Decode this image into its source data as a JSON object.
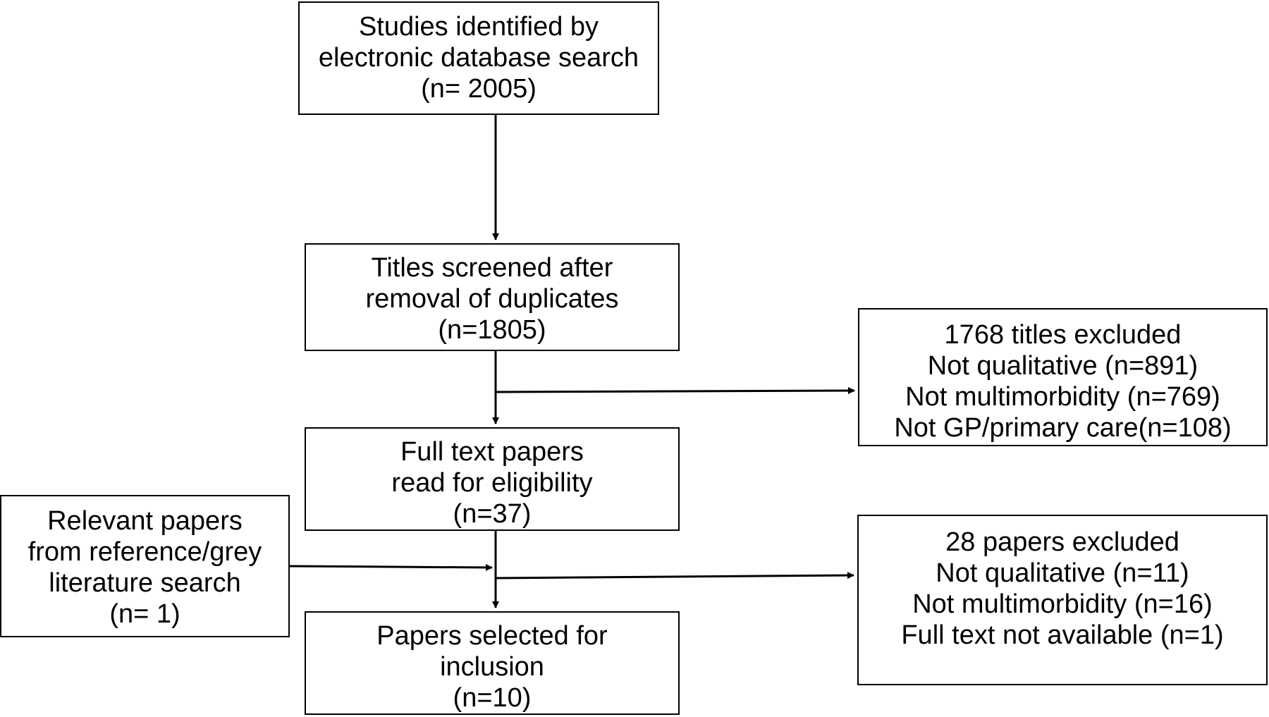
{
  "flowchart": {
    "identified": {
      "lines": [
        "Studies identified by",
        "electronic database search",
        "(n= 2005)"
      ]
    },
    "screened": {
      "lines": [
        "Titles screened after",
        "removal of duplicates",
        "(n=1805)"
      ]
    },
    "fulltext": {
      "lines": [
        "Full text papers",
        "read for eligibility",
        "(n=37)"
      ]
    },
    "included": {
      "lines": [
        "Papers selected for",
        "inclusion",
        "(n=10)"
      ]
    },
    "other_sources": {
      "lines": [
        "Relevant papers",
        "from reference/grey",
        "literature search",
        "(n= 1)"
      ]
    },
    "titles_excluded": {
      "lines": [
        "1768 titles excluded",
        "Not qualitative (n=891)",
        "Not multimorbidity (n=769)",
        "Not GP/primary care(n=108)"
      ]
    },
    "papers_excluded": {
      "lines": [
        "28 papers excluded",
        "Not qualitative (n=11)",
        "Not multimorbidity (n=16)",
        "Full text not available (n=1)"
      ]
    }
  }
}
